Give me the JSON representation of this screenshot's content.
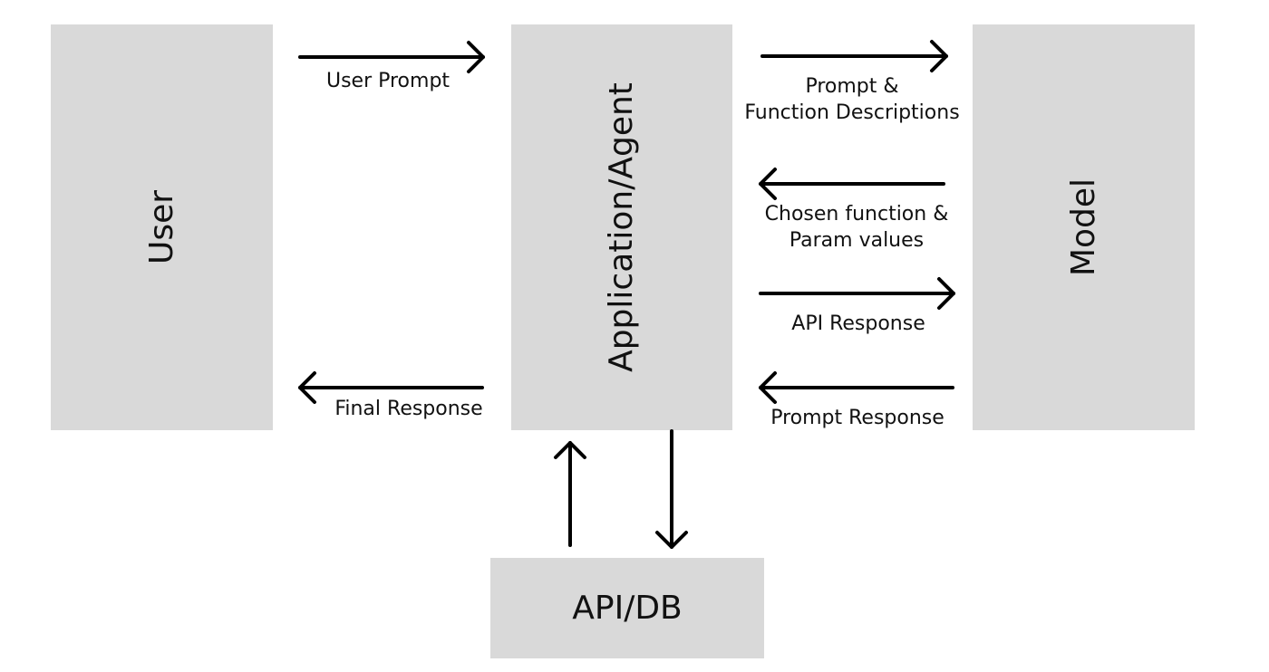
{
  "nodes": {
    "user": "User",
    "application": "Application/Agent",
    "model": "Model",
    "api_db": "API/DB"
  },
  "edges": {
    "user_prompt": "User Prompt",
    "final_response": "Final Response",
    "prompt_and_functions": [
      "Prompt &",
      "Function Descriptions"
    ],
    "chosen_function": [
      "Chosen function &",
      "Param values"
    ],
    "api_response": "API Response",
    "prompt_response": "Prompt Response"
  },
  "colors": {
    "box_fill": "#d9d9d9",
    "arrow": "#000000",
    "text": "#111111"
  }
}
